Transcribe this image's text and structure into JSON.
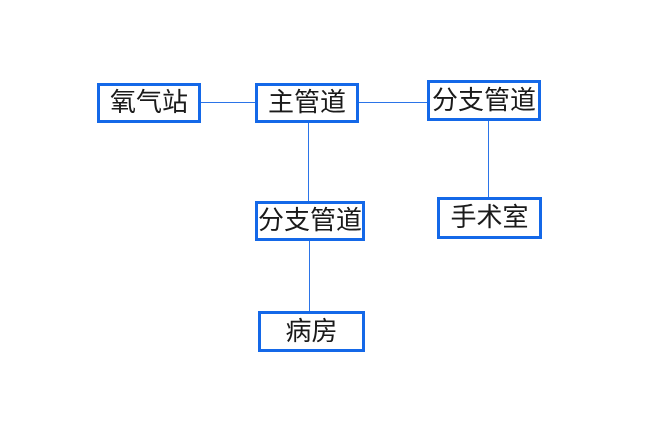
{
  "diagram": {
    "type": "flowchart",
    "background_color": "#ffffff",
    "node_border_color": "#1468e8",
    "edge_color": "#2b74e8",
    "text_color": "#1a1a1a",
    "nodes": [
      {
        "id": "oxygen-station",
        "label": "氧气站"
      },
      {
        "id": "main-pipeline",
        "label": "主管道"
      },
      {
        "id": "branch-pipeline-right",
        "label": "分支管道"
      },
      {
        "id": "branch-pipeline-middle",
        "label": "分支管道"
      },
      {
        "id": "operating-room",
        "label": "手术室"
      },
      {
        "id": "ward",
        "label": "病房"
      }
    ],
    "edges": [
      {
        "from": "oxygen-station",
        "to": "main-pipeline"
      },
      {
        "from": "main-pipeline",
        "to": "branch-pipeline-right"
      },
      {
        "from": "main-pipeline",
        "to": "branch-pipeline-middle"
      },
      {
        "from": "branch-pipeline-right",
        "to": "operating-room"
      },
      {
        "from": "branch-pipeline-middle",
        "to": "ward"
      }
    ]
  }
}
